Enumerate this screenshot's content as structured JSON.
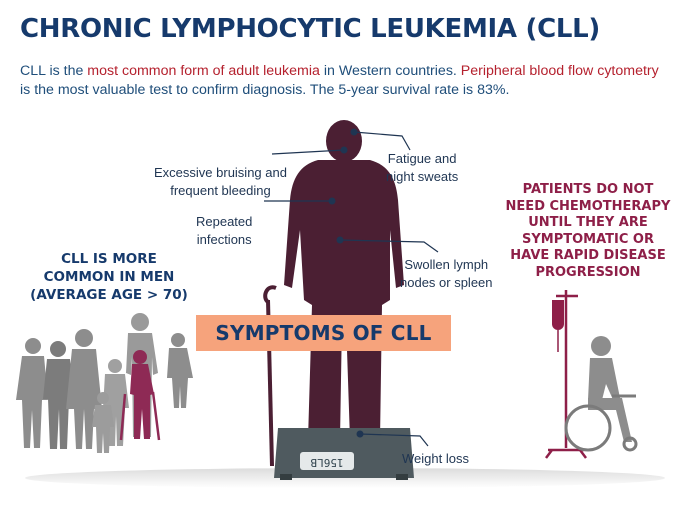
{
  "title": "CHRONIC LYMPHOCYTIC LEUKEMIA (CLL)",
  "intro": {
    "part1": "CLL is the ",
    "highlight1": "most common form of adult leukemia",
    "part2": " in Western countries. ",
    "highlight2": "Peripheral blood flow cytometry",
    "part3": " is the most valuable test to confirm diagnosis. The 5-year survival rate is 83%."
  },
  "left_heading": "CLL IS MORE\nCOMMON IN MEN\n(AVERAGE AGE > 70)",
  "right_heading": "PATIENTS DO NOT\nNEED CHEMOTHERAPY\nUNTIL THEY ARE\nSYMPTOMATIC OR\nHAVE RAPID DISEASE\nPROGRESSION",
  "banner": "SYMPTOMS OF CLL",
  "callouts": {
    "bruising_line1": "Excessive bruising and",
    "bruising_line2": "frequent bleeding",
    "infections_line1": "Repeated",
    "infections_line2": "infections",
    "fatigue_line1": "Fatigue and",
    "fatigue_line2": "night sweats",
    "lymph_line1": "Swollen lymph",
    "lymph_line2": "nodes or spleen",
    "weight": "Weight loss"
  },
  "scale_readout": "156LB",
  "colors": {
    "title": "#163a6c",
    "text": "#1f4e7a",
    "highlight": "#b5212e",
    "figure": "#4b1f33",
    "left_heading": "#163a6c",
    "right_heading": "#8e1f48",
    "banner": "#f6a37c",
    "silhouette_gray": "#8a8a8a",
    "woman_accent": "#8e2a55"
  }
}
